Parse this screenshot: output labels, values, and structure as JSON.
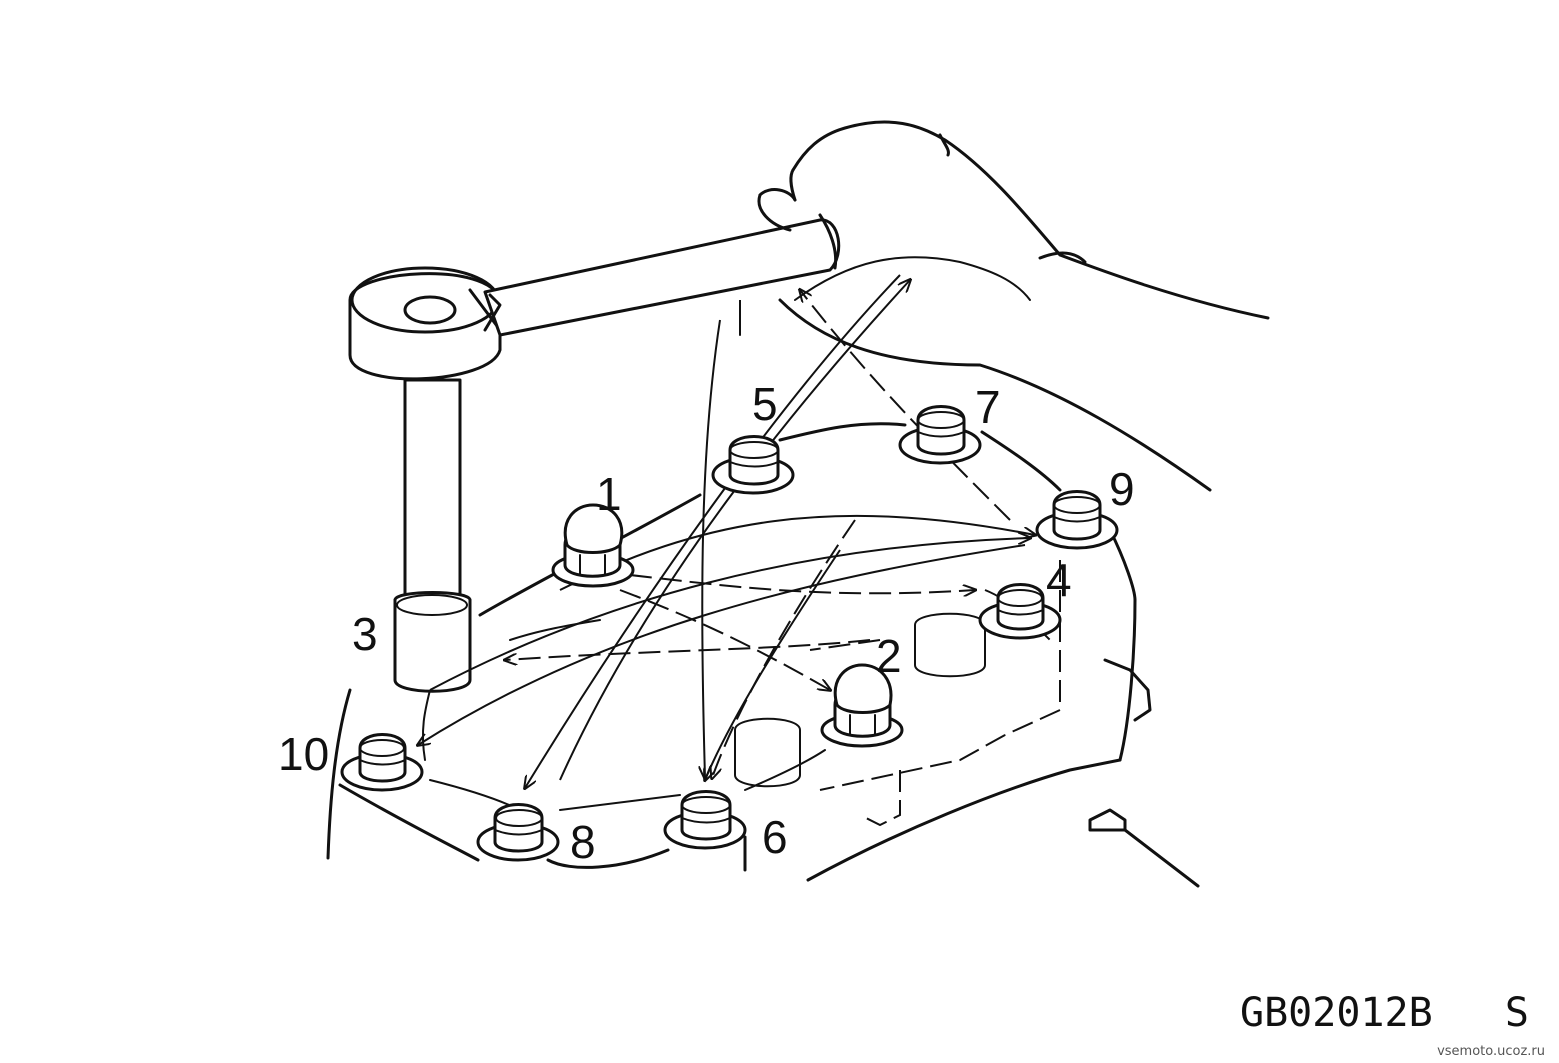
{
  "figure": {
    "code": "GB02012B",
    "suffix": "S",
    "watermark": "vsemoto.ucoz.ru"
  },
  "bolts": [
    {
      "id": "1",
      "label": "1",
      "type": "acorn-nut"
    },
    {
      "id": "2",
      "label": "2",
      "type": "acorn-nut"
    },
    {
      "id": "3",
      "label": "3",
      "type": "socket-covered"
    },
    {
      "id": "4",
      "label": "4",
      "type": "flange-bolt"
    },
    {
      "id": "5",
      "label": "5",
      "type": "flange-bolt"
    },
    {
      "id": "6",
      "label": "6",
      "type": "flange-bolt"
    },
    {
      "id": "7",
      "label": "7",
      "type": "flange-bolt"
    },
    {
      "id": "8",
      "label": "8",
      "type": "flange-bolt"
    },
    {
      "id": "9",
      "label": "9",
      "type": "flange-bolt"
    },
    {
      "id": "10",
      "label": "10",
      "type": "flange-bolt"
    }
  ],
  "tightening_sequence": [
    "1",
    "2",
    "3",
    "4",
    "5",
    "6",
    "7",
    "8",
    "9",
    "10"
  ],
  "colors": {
    "ink": "#111111",
    "background": "#ffffff"
  }
}
